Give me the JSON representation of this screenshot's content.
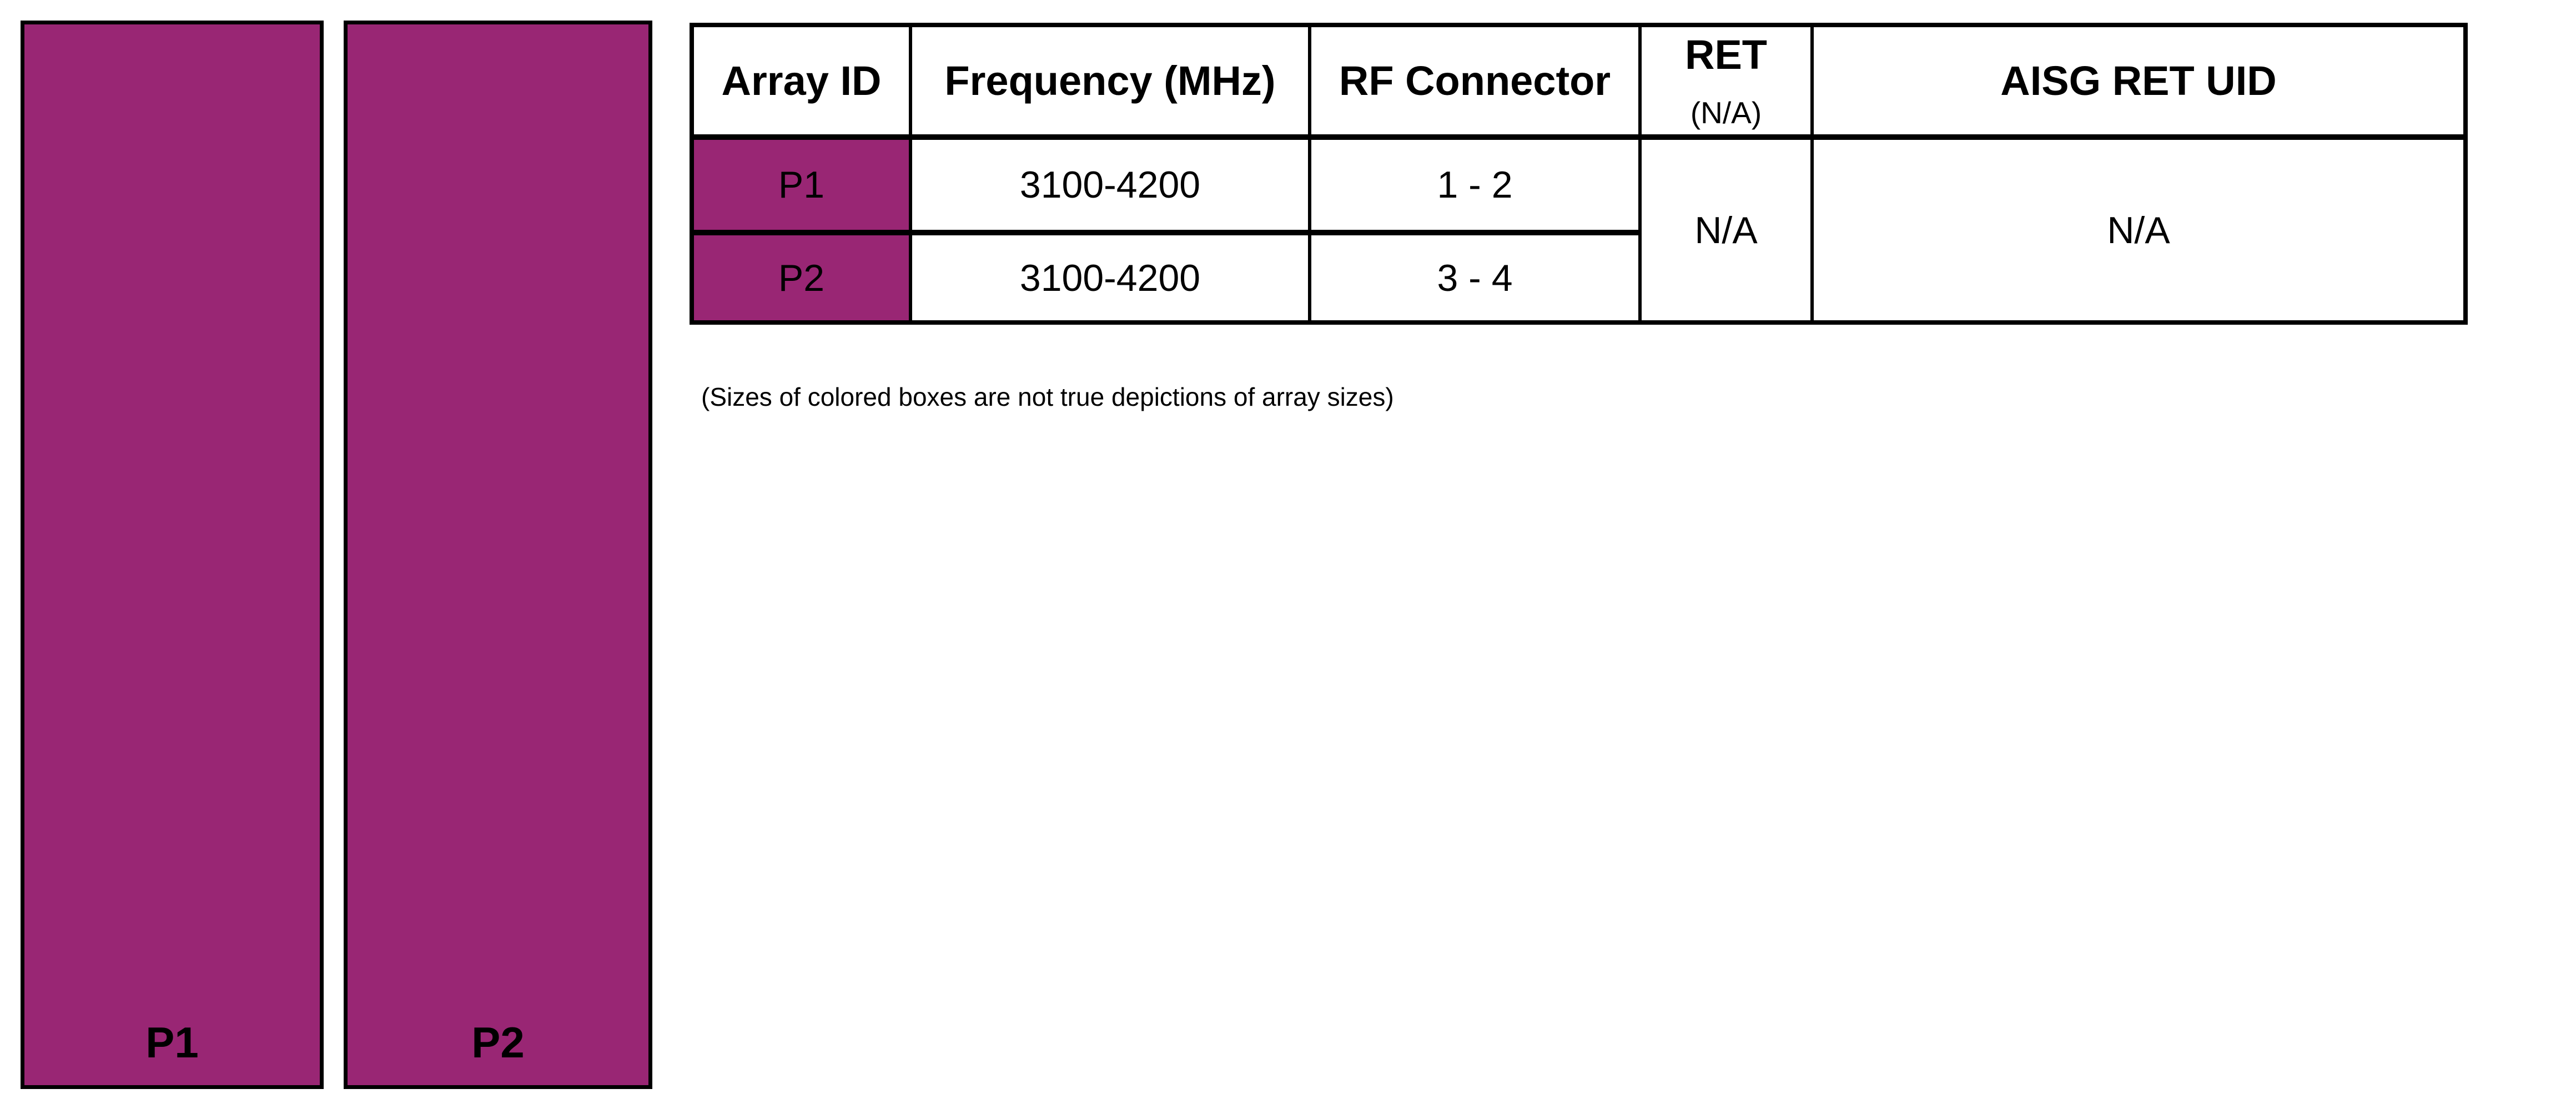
{
  "colors": {
    "array_box_fill": "#992674",
    "line_black": "#000000",
    "page_background": "#ffffff"
  },
  "array_boxes": [
    {
      "label": "P1"
    },
    {
      "label": "P2"
    }
  ],
  "table": {
    "headers": {
      "array_id": "Array ID",
      "frequency": "Frequency (MHz)",
      "rf_connector": "RF Connector",
      "ret_line1": "RET",
      "ret_line2": "(N/A)",
      "aisg_ret_uid": "AISG RET UID"
    },
    "rows": [
      {
        "array_id": "P1",
        "frequency": "3100-4200",
        "rf_connector": "1 - 2"
      },
      {
        "array_id": "P2",
        "frequency": "3100-4200",
        "rf_connector": "3 - 4"
      }
    ],
    "merged": {
      "ret": "N/A",
      "aisg_ret_uid": "N/A"
    }
  },
  "note": "(Sizes of colored boxes are not true depictions of array sizes)"
}
